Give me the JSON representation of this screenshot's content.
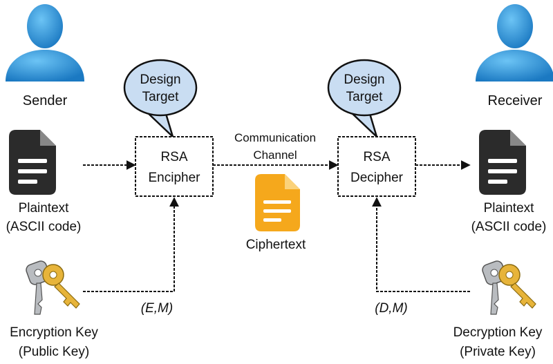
{
  "sender": {
    "label": "Sender"
  },
  "receiver": {
    "label": "Receiver"
  },
  "design_target_left": {
    "line1": "Design",
    "line2": "Target"
  },
  "design_target_right": {
    "line1": "Design",
    "line2": "Target"
  },
  "encipher": {
    "line1": "RSA",
    "line2": "Encipher"
  },
  "decipher": {
    "line1": "RSA",
    "line2": "Decipher"
  },
  "channel": {
    "line1": "Communication",
    "line2": "Channel"
  },
  "ciphertext": {
    "label": "Ciphertext"
  },
  "plaintext_left": {
    "line1": "Plaintext",
    "line2": "(ASCII code)"
  },
  "plaintext_right": {
    "line1": "Plaintext",
    "line2": "(ASCII code)"
  },
  "encryption_key": {
    "line1": "Encryption Key",
    "line2": "(Public Key)",
    "param": "(E,M)"
  },
  "decryption_key": {
    "line1": "Decryption Key",
    "line2": "(Private Key)",
    "param": "(D,M)"
  },
  "colors": {
    "person": "#2f95d8",
    "bubble": "#c9ddf2",
    "document": "#2b2b2b",
    "ciphertext_doc": "#f5a81c",
    "key_gold": "#e7b43a",
    "key_silver": "#b9bcc0"
  }
}
